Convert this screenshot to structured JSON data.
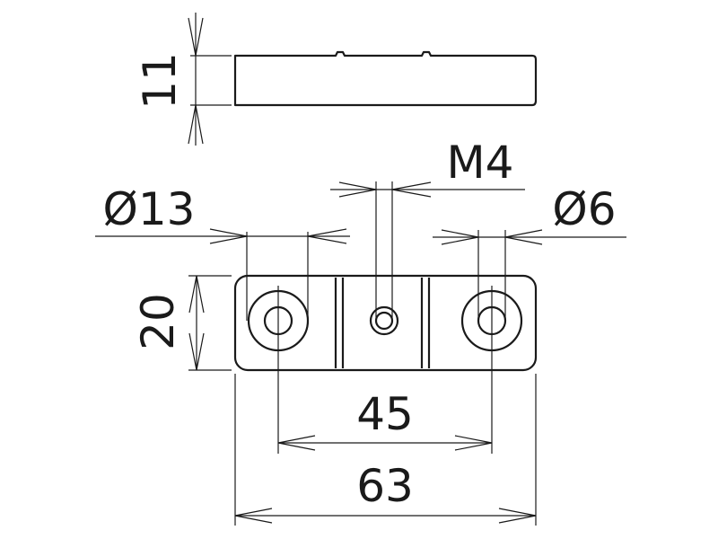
{
  "dimensions": {
    "thickness": "11",
    "hole_large": "Ø13",
    "thread": "M4",
    "hole_small": "Ø6",
    "height": "20",
    "hole_spacing": "45",
    "overall_length": "63"
  },
  "colors": {
    "line": "#1a1a1a",
    "background": "#ffffff"
  }
}
